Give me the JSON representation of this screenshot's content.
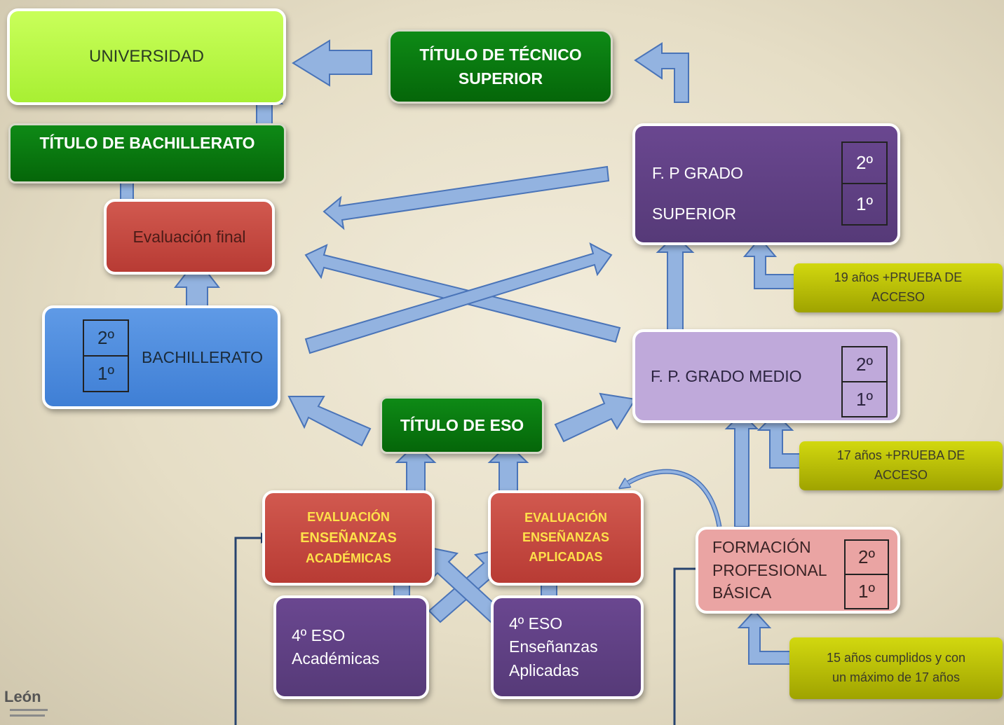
{
  "boxes": {
    "universidad": "UNIVERSIDAD",
    "titulo_tecnico_superior": [
      "TÍTULO DE TÉCNICO",
      "SUPERIOR"
    ],
    "titulo_bachillerato": "TÍTULO DE BACHILLERATO",
    "evaluacion_final": "Evaluación final",
    "bachillerato": "BACHILLERATO",
    "fp_grado_superior": [
      "F. P  GRADO",
      "SUPERIOR"
    ],
    "fp_grado_medio": "F. P.  GRADO MEDIO",
    "titulo_eso": "TÍTULO DE ESO",
    "evaluacion_academicas": [
      "EVALUACIÓN",
      "ENSEÑANZAS",
      "ACADÉMICAS"
    ],
    "evaluacion_aplicadas": [
      "EVALUACIÓN",
      "ENSEÑANZAS",
      "APLICADAS"
    ],
    "eso_academicas": [
      "4º ESO",
      "Académicas"
    ],
    "eso_aplicadas": [
      "4º ESO",
      "Enseñanzas",
      "Aplicadas"
    ],
    "fp_basica": [
      "FORMACIÓN",
      "PROFESIONAL",
      "BÁSICA"
    ]
  },
  "courses": {
    "second": "2º",
    "first": "1º"
  },
  "notes": {
    "acceso_19": [
      "19 años +PRUEBA DE",
      "ACCESO"
    ],
    "acceso_17": [
      "17 años +PRUEBA DE",
      "ACCESO"
    ],
    "acceso_15": [
      "15 años cumplidos y con",
      "un máximo de 17 años"
    ]
  },
  "logo": {
    "text": "León"
  },
  "colors": {
    "arrow_fill": "#93b3e0",
    "arrow_stroke": "#4a74b8",
    "highlight_text": "#ffe14a"
  }
}
